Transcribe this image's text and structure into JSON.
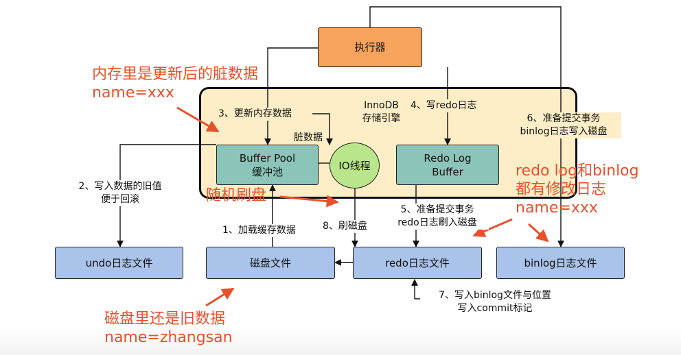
{
  "nodes": {
    "executor": "执行器",
    "buffer_pool": "Buffer Pool\n缓冲池",
    "io_thread": "IO线程",
    "redo_log_buffer": "Redo Log\nBuffer",
    "undo_file": "undo日志文件",
    "disk_file": "磁盘文件",
    "redo_file": "redo日志文件",
    "binlog_file": "binlog日志文件"
  },
  "engine_label": "InnoDB\n存储引擎",
  "steps": {
    "step1": "1、加载缓存数据",
    "step2": "2、写入数据的旧值\n便于回滚",
    "step3": "3、更新内存数据",
    "dirty_data": "脏数据",
    "step4": "4、写redo日志",
    "step5": "5、准备提交事务\nredo日志刷入磁盘",
    "step6": "6、准备提交事务\nbinlog日志写入磁盘",
    "step7": "7、写入binlog文件与位置\n写入commit标记",
    "step8": "8、刷磁盘"
  },
  "annotations": {
    "memory_dirty": "内存里是更新后的脏数据\nname=xxx",
    "random_flush": "随机刷盘",
    "logs_modified": "redo log和binlog\n都有修改日志\nname=xxx",
    "disk_old": "磁盘里还是旧数据\nname=zhangsan"
  },
  "colors": {
    "executor": "#f7a35c",
    "engine_bg": "#fdeec7",
    "teal_box": "#8bc4b8",
    "io_circle": "#b9e68a",
    "file_box": "#a9c3ea",
    "annotation": "#e8502a"
  }
}
